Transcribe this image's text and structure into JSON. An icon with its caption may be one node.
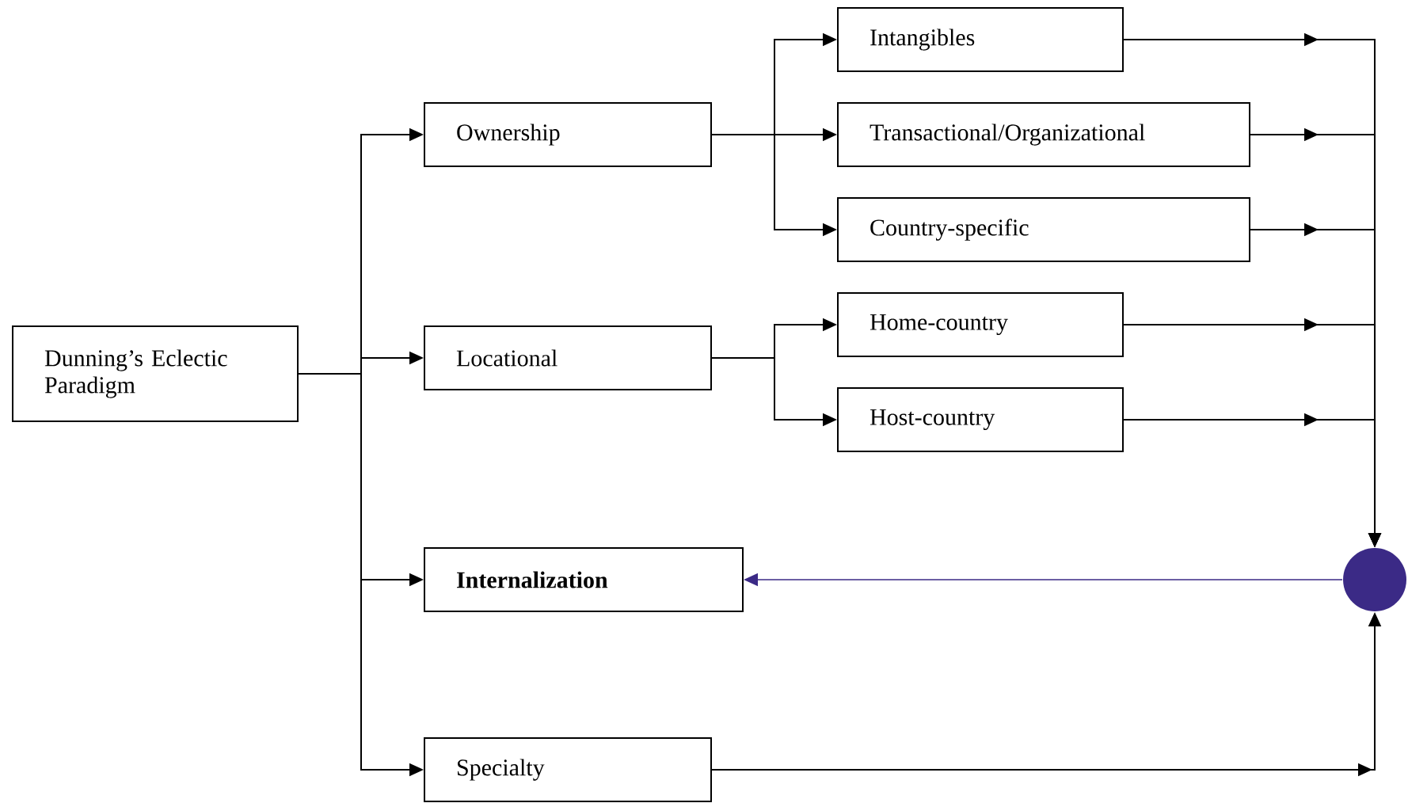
{
  "diagram": {
    "nodes": [
      {
        "text": [
          "Dunning’s Eclectic Paradigm"
        ]
      },
      {
        "text": [
          "Ownership"
        ]
      },
      {
        "text": [
          "Intangibles"
        ]
      },
      {
        "text": [
          "Transactional/Organizational"
        ]
      },
      {
        "text": [
          "Country-specific"
        ]
      },
      {
        "text": [
          "Locational"
        ]
      },
      {
        "text": [
          "Home-country"
        ]
      },
      {
        "text": [
          "Host-country"
        ]
      },
      {
        "text": [
          "Internalization"
        ]
      },
      {
        "text": [
          "Specialty"
        ]
      },
      {
        "text": [],
        "shape": "circle"
      }
    ],
    "edges": [
      {
        "from": 0,
        "to": 1,
        "arrow": "to"
      },
      {
        "from": 0,
        "to": 5,
        "arrow": "to"
      },
      {
        "from": 0,
        "to": 8,
        "arrow": "to"
      },
      {
        "from": 0,
        "to": 9,
        "arrow": "to"
      },
      {
        "from": 1,
        "to": 2,
        "arrow": "to"
      },
      {
        "from": 1,
        "to": 3,
        "arrow": "to"
      },
      {
        "from": 1,
        "to": 4,
        "arrow": "to"
      },
      {
        "from": 5,
        "to": 6,
        "arrow": "to"
      },
      {
        "from": 5,
        "to": 7,
        "arrow": "to"
      },
      {
        "from": 2,
        "to": 10,
        "arrow": "to"
      },
      {
        "from": 3,
        "to": 10,
        "arrow": "to"
      },
      {
        "from": 4,
        "to": 10,
        "arrow": "to"
      },
      {
        "from": 6,
        "to": 10,
        "arrow": "to"
      },
      {
        "from": 7,
        "to": 10,
        "arrow": "to"
      },
      {
        "from": 9,
        "to": 10,
        "arrow": "to"
      },
      {
        "from": 10,
        "to": 8,
        "arrow": "to",
        "color": "#3b2a86"
      }
    ]
  }
}
